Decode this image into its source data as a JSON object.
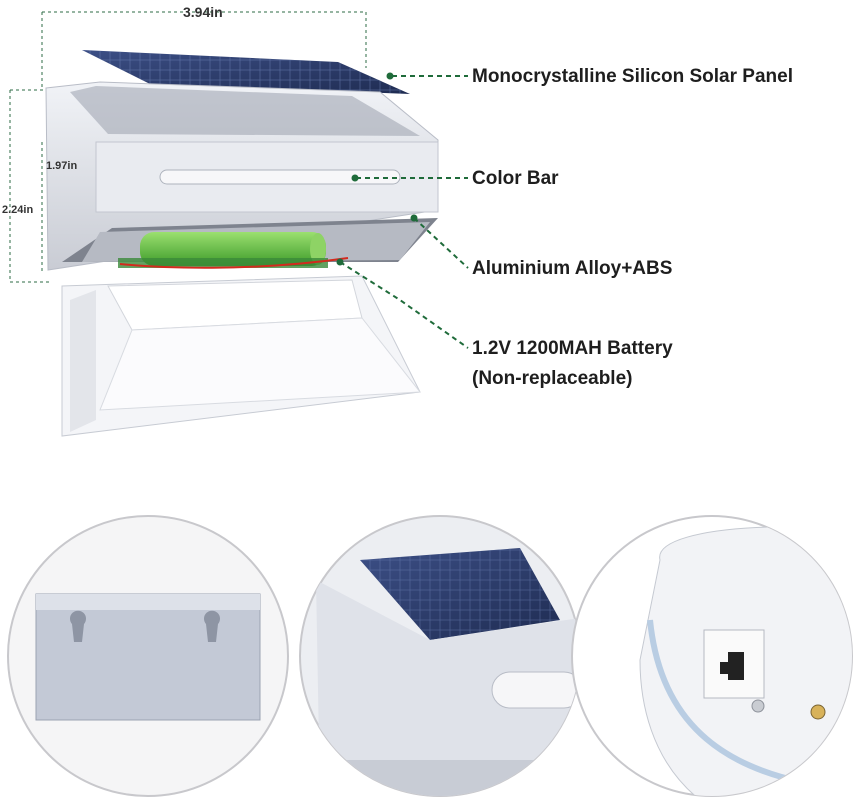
{
  "dimensions": {
    "width": "3.94in",
    "height_outer": "2.24in",
    "height_inner": "1.97in"
  },
  "callouts": [
    {
      "id": "solar-panel",
      "text": "Monocrystalline Silicon Solar Panel"
    },
    {
      "id": "color-bar",
      "text": "Color Bar"
    },
    {
      "id": "material",
      "text": "Aluminium Alloy+ABS"
    },
    {
      "id": "battery",
      "text": "1.2V 1200MAH Battery"
    },
    {
      "id": "battery-note",
      "text": "(Non-replaceable)"
    }
  ],
  "colors": {
    "leader": "#1f6b3a",
    "panel": "#2b3f70",
    "housing": "#e6e8ee",
    "battery": "#6cc34a"
  }
}
